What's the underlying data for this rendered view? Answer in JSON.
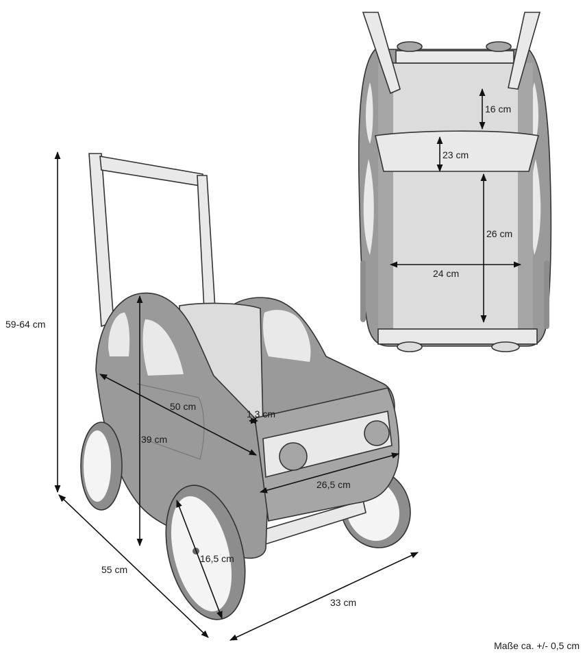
{
  "labels": {
    "height_total": "59-64 cm",
    "length_diag": "50 cm",
    "thickness": "1,3 cm",
    "height_body": "39 cm",
    "width_front": "26,5 cm",
    "wheel": "16,5 cm",
    "depth": "55 cm",
    "width": "33 cm",
    "top_16": "16 cm",
    "top_23": "23 cm",
    "top_26": "26 cm",
    "top_24": "24 cm"
  },
  "note": "Maße ca. +/- 0,5 cm"
}
